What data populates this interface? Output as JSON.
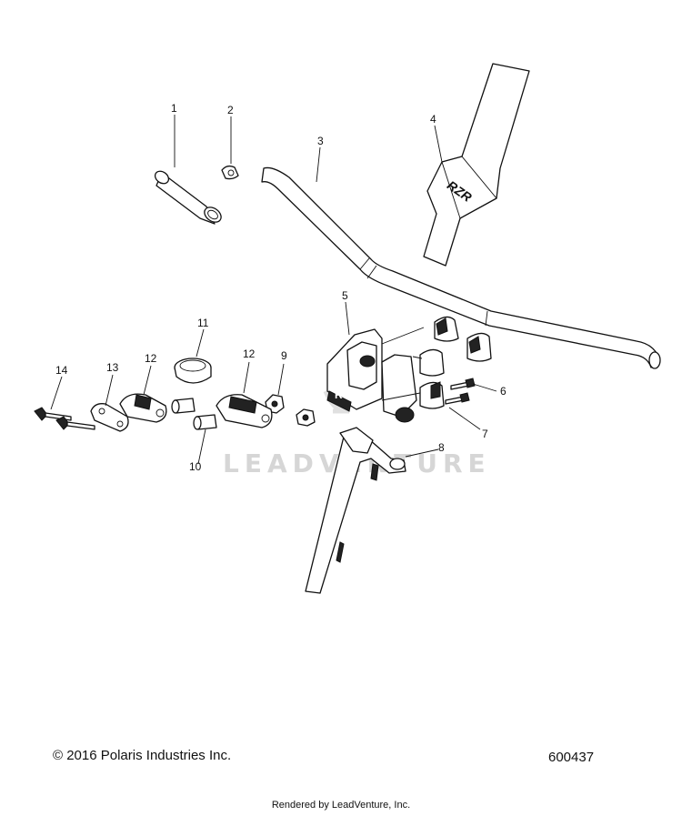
{
  "callouts": [
    "1",
    "2",
    "3",
    "4",
    "5",
    "6",
    "7",
    "8",
    "9",
    "10",
    "11",
    "12",
    "12",
    "13",
    "14"
  ],
  "logo_text": "RZR",
  "watermark": "LEADVENTURE",
  "footer": {
    "copyright": "© 2016 Polaris Industries Inc.",
    "diagram_number": "600437",
    "rendered_by": "Rendered by LeadVenture, Inc."
  }
}
